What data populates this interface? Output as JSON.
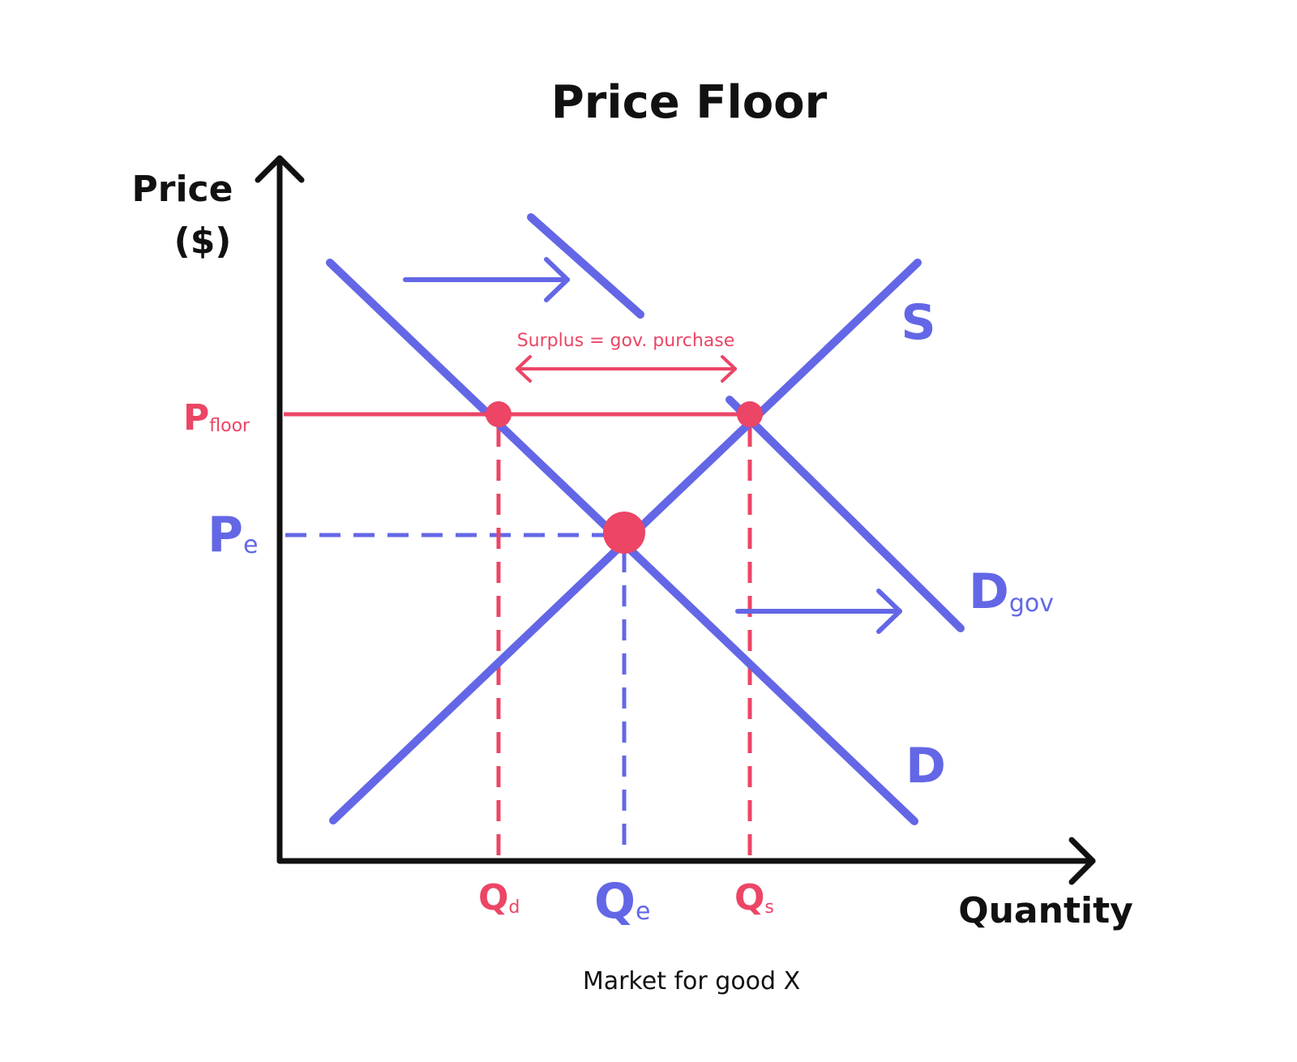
{
  "title": "Price Floor",
  "y_axis_label": [
    "Price",
    "($)"
  ],
  "x_axis_label": "Quantity",
  "caption": "Market for good X",
  "curves": {
    "supply": "S",
    "demand": "D",
    "demand_gov_main": "D",
    "demand_gov_sub": "gov"
  },
  "price_labels": {
    "floor_main": "P",
    "floor_sub": "floor",
    "eq_main": "P",
    "eq_sub": "e"
  },
  "quantity_labels": {
    "qd_main": "Q",
    "qd_sub": "d",
    "qe_main": "Q",
    "qe_sub": "e",
    "qs_main": "Q",
    "qs_sub": "s"
  },
  "annotation": "Surplus = gov. purchase",
  "colors": {
    "curve": "#6367e6",
    "floor": "#ec4565",
    "axis": "#111111"
  }
}
